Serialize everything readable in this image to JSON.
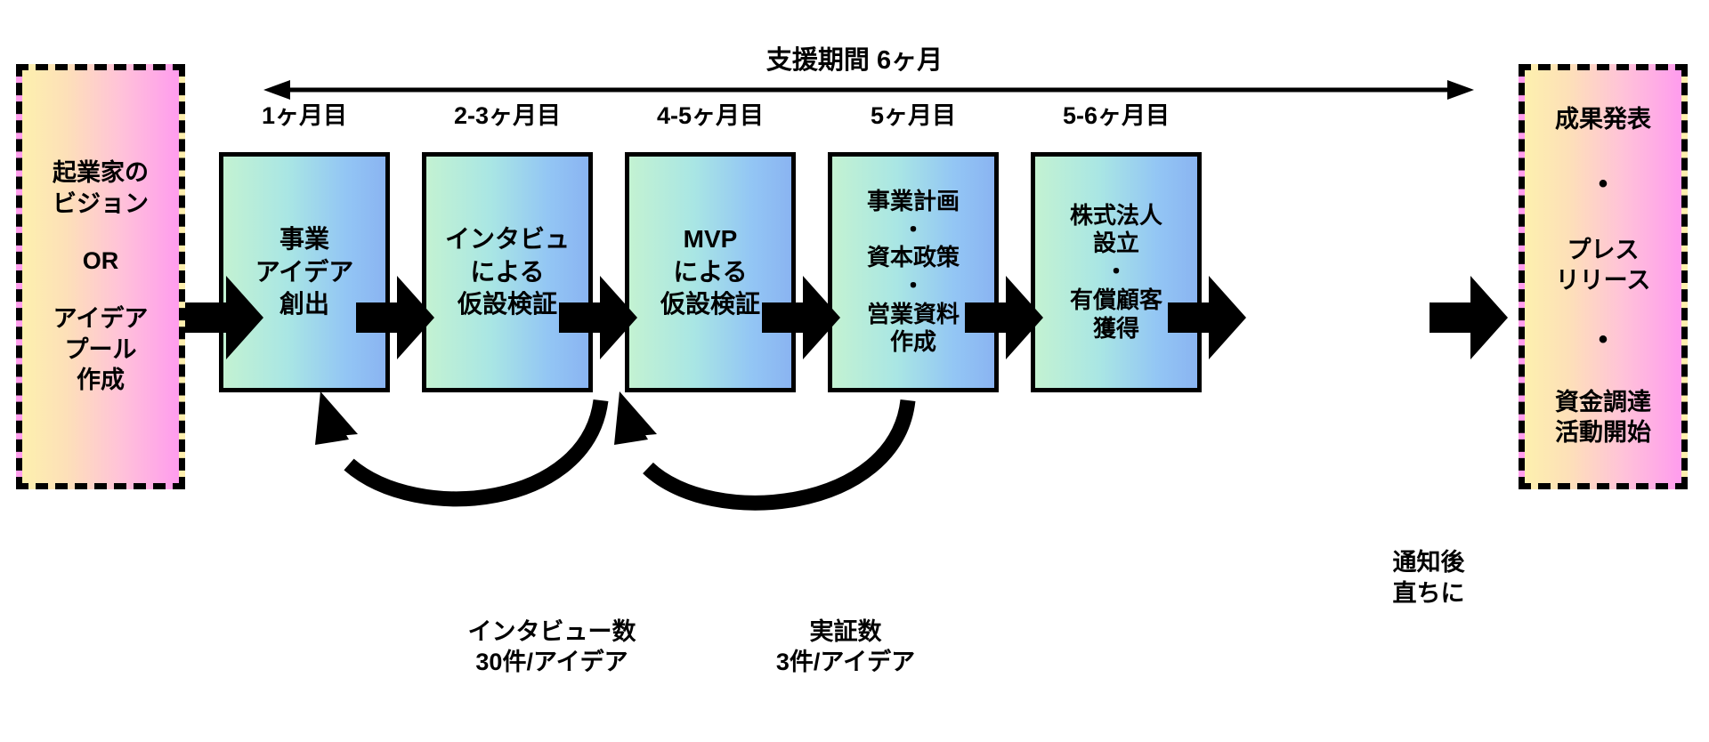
{
  "timeline": {
    "span_label": "支援期間 6ヶ月",
    "span_arrow_icon": "double-headed-arrow-icon"
  },
  "input_panel": {
    "name": "entrepreneur-input-panel",
    "lines": [
      "起業家の\nビジョン",
      "OR",
      "アイデア\nプール\n作成"
    ]
  },
  "output_panel": {
    "name": "outcome-panel",
    "lines": [
      "成果発表",
      "プレス\nリリース",
      "資金調達\n活動開始"
    ],
    "separator": "•"
  },
  "phases": [
    {
      "month": "1ヶ月目",
      "body": "事業\nアイデア\n創出"
    },
    {
      "month": "2-3ヶ月目",
      "body": "インタビュ\nによる\n仮設検証"
    },
    {
      "month": "4-5ヶ月目",
      "body": "MVP\nによる\n仮設検証"
    },
    {
      "month": "5ヶ月目",
      "body": "事業計画\n・\n資本政策\n・\n営業資料\n作成"
    },
    {
      "month": "5-6ヶ月目",
      "body": "株式法人\n設立\n・\n有償顧客\n獲得"
    }
  ],
  "feedback_loops": [
    {
      "label": "インタビュー数\n30件/アイデア"
    },
    {
      "label": "実証数\n3件/アイデア"
    }
  ],
  "notice": "通知後\n直ちに",
  "colors": {
    "phase_box_from": "#c3f2d2",
    "phase_box_to": "#8ab4f2",
    "panel_from": "#fdf0ae",
    "panel_to": "#ff9cee",
    "stroke": "#000000"
  }
}
